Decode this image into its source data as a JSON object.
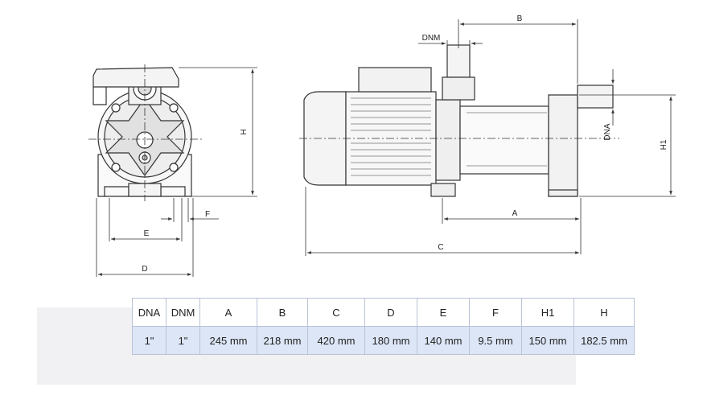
{
  "dimension_labels": {
    "b": "B",
    "dnm": "DNM",
    "dna": "DNA",
    "h": "H",
    "h1": "H1",
    "a": "A",
    "c": "C",
    "e": "E",
    "f": "F",
    "d": "D"
  },
  "table": {
    "headers": [
      "DNA",
      "DNM",
      "A",
      "B",
      "C",
      "D",
      "E",
      "F",
      "H1",
      "H"
    ],
    "values": [
      "1\"",
      "1\"",
      "245 mm",
      "218 mm",
      "420 mm",
      "180 mm",
      "140 mm",
      "9.5 mm",
      "150 mm",
      "182.5 mm"
    ]
  }
}
